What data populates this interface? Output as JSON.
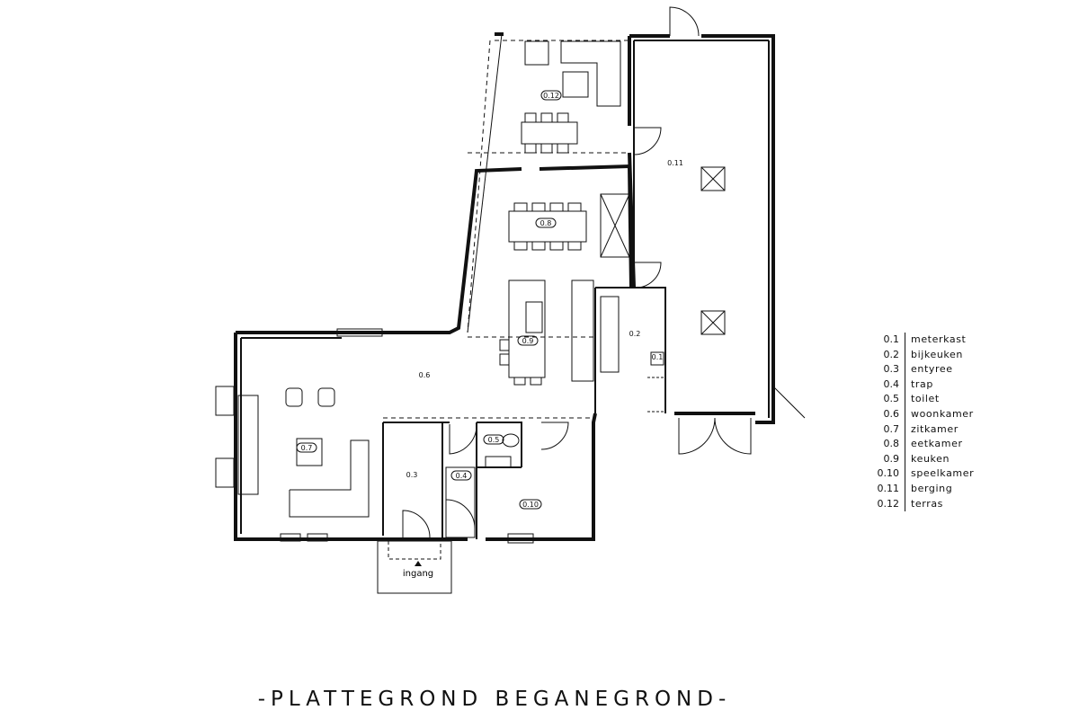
{
  "title": "-PLATTEGROND BEGANEGROND-",
  "entrance_label": "ingang",
  "rooms": [
    {
      "code": "0.1",
      "name": "meterkast"
    },
    {
      "code": "0.2",
      "name": "bijkeuken"
    },
    {
      "code": "0.3",
      "name": "entyree"
    },
    {
      "code": "0.4",
      "name": "trap"
    },
    {
      "code": "0.5",
      "name": "toilet"
    },
    {
      "code": "0.6",
      "name": "woonkamer"
    },
    {
      "code": "0.7",
      "name": "zitkamer"
    },
    {
      "code": "0.8",
      "name": "eetkamer"
    },
    {
      "code": "0.9",
      "name": "keuken"
    },
    {
      "code": "0.10",
      "name": "speelkamer"
    },
    {
      "code": "0.11",
      "name": "berging"
    },
    {
      "code": "0.12",
      "name": "terras"
    }
  ]
}
